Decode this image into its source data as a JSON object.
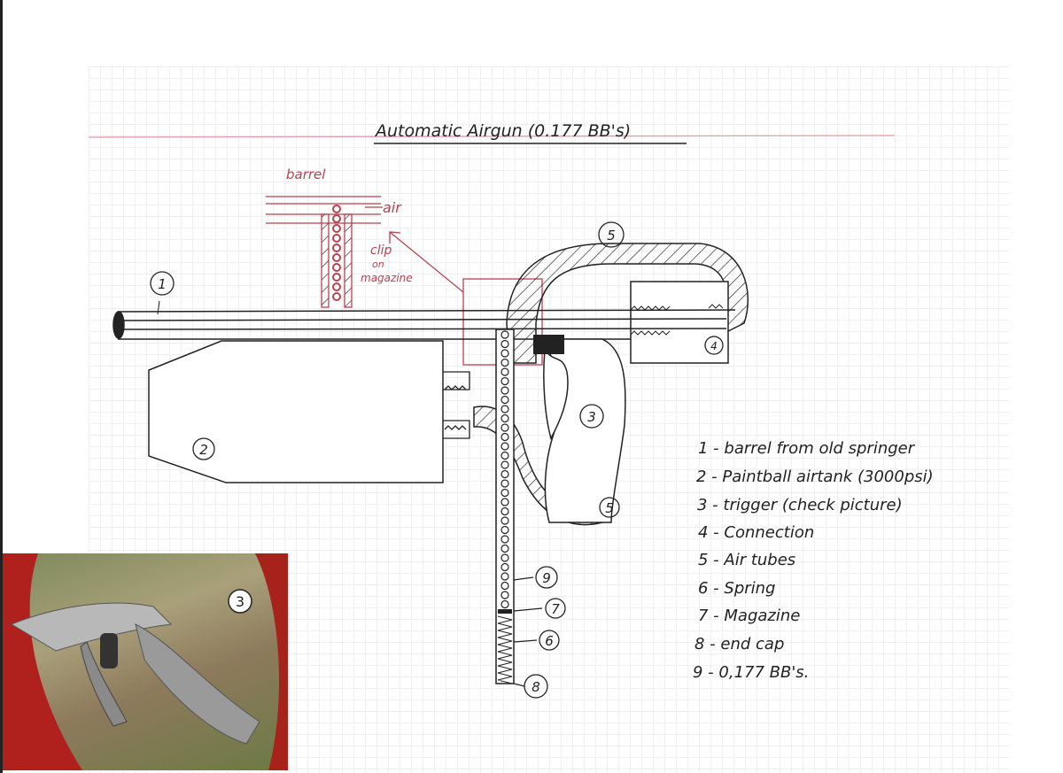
{
  "title": "Automatic Airgun (0.177 BB's)",
  "detail": {
    "barrel_label": "barrel",
    "air_label": "air",
    "clip_label_1": "clip",
    "clip_label_2": "on",
    "clip_label_3": "magazine"
  },
  "callouts": [
    "1",
    "2",
    "3",
    "4",
    "5",
    "5",
    "6",
    "7",
    "8",
    "9"
  ],
  "legend": [
    "1 - barrel from old springer",
    "2 - Paintball airtank (3000psi)",
    "3 - trigger (check picture)",
    "4 - Connection",
    "5 - Air tubes",
    "6 - Spring",
    "7 - Magazine",
    "8 - end cap",
    "9 - 0,177 BB's."
  ],
  "photo": {
    "label": "3"
  },
  "colors": {
    "ink": "#222222",
    "red_ink": "#b8424f",
    "margin_line": "#e0a0a8"
  }
}
